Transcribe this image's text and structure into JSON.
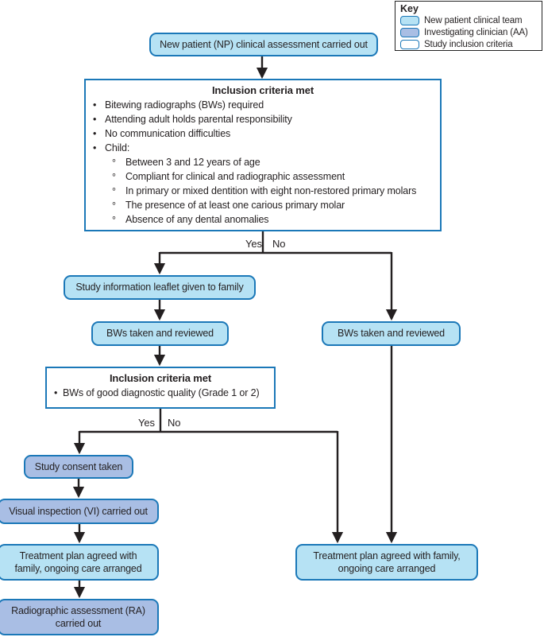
{
  "colors": {
    "light_blue": "#b6e2f4",
    "dark_blue": "#a9bee4",
    "box_border": "#1b78b8",
    "line": "#231f20",
    "text": "#231f20"
  },
  "key": {
    "title": "Key",
    "items": [
      {
        "label": "New patient clinical team",
        "swatch": "light_blue"
      },
      {
        "label": "Investigating clinician (AA)",
        "swatch": "dark_blue"
      },
      {
        "label": "Study inclusion criteria",
        "swatch": "white"
      }
    ]
  },
  "labels": {
    "yes": "Yes",
    "no": "No"
  },
  "nodes": {
    "np_assessment": {
      "label": "New patient (NP) clinical assessment carried out"
    },
    "inclusion_criteria_1": {
      "title": "Inclusion criteria met",
      "bullets": [
        "Bitewing radiographs (BWs) required",
        "Attending adult holds parental responsibility",
        "No communication difficulties",
        "Child:"
      ],
      "child_criteria": [
        "Between 3 and 12 years of age",
        "Compliant for clinical and radiographic assessment",
        "In primary or mixed dentition with eight non-restored primary molars",
        "The presence of at least one carious primary molar",
        "Absence of any dental anomalies"
      ]
    },
    "leaflet": {
      "label": "Study information leaflet given to family"
    },
    "bws_left": {
      "label": "BWs taken and reviewed"
    },
    "bws_right": {
      "label": "BWs taken and reviewed"
    },
    "inclusion_criteria_2": {
      "title": "Inclusion criteria met",
      "bullets": [
        "BWs of good diagnostic quality (Grade 1 or 2)"
      ]
    },
    "consent": {
      "label": "Study consent taken"
    },
    "visual_inspection": {
      "label": "Visual inspection (VI) carried out"
    },
    "treatment_left": {
      "label": "Treatment plan agreed with family, ongoing care arranged"
    },
    "radiographic": {
      "label": "Radiographic assessment (RA) carried out"
    },
    "treatment_right": {
      "label": "Treatment plan agreed with family, ongoing care arranged"
    }
  }
}
